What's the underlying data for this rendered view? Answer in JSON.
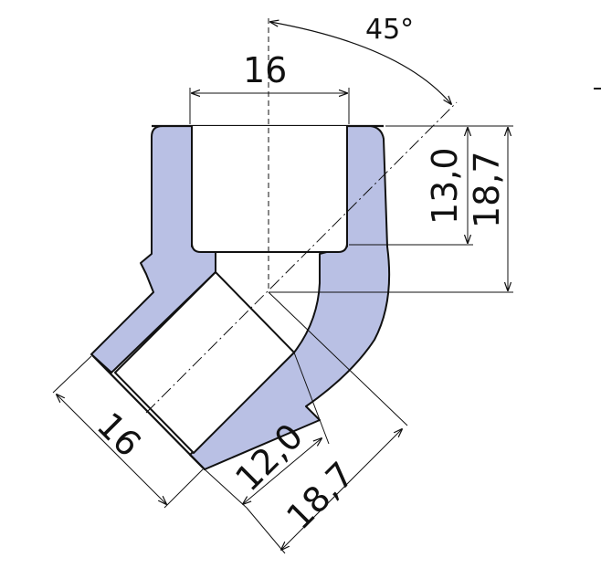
{
  "drawing": {
    "angle_label": "45°",
    "top_width_label": "16",
    "top_depth_label": "13,0",
    "top_total_label": "18,7",
    "side_width_label": "16",
    "side_depth_label": "12,0",
    "side_total_label": "18,7"
  },
  "colors": {
    "body_fill": "#b9c0e4",
    "line": "#111111"
  }
}
